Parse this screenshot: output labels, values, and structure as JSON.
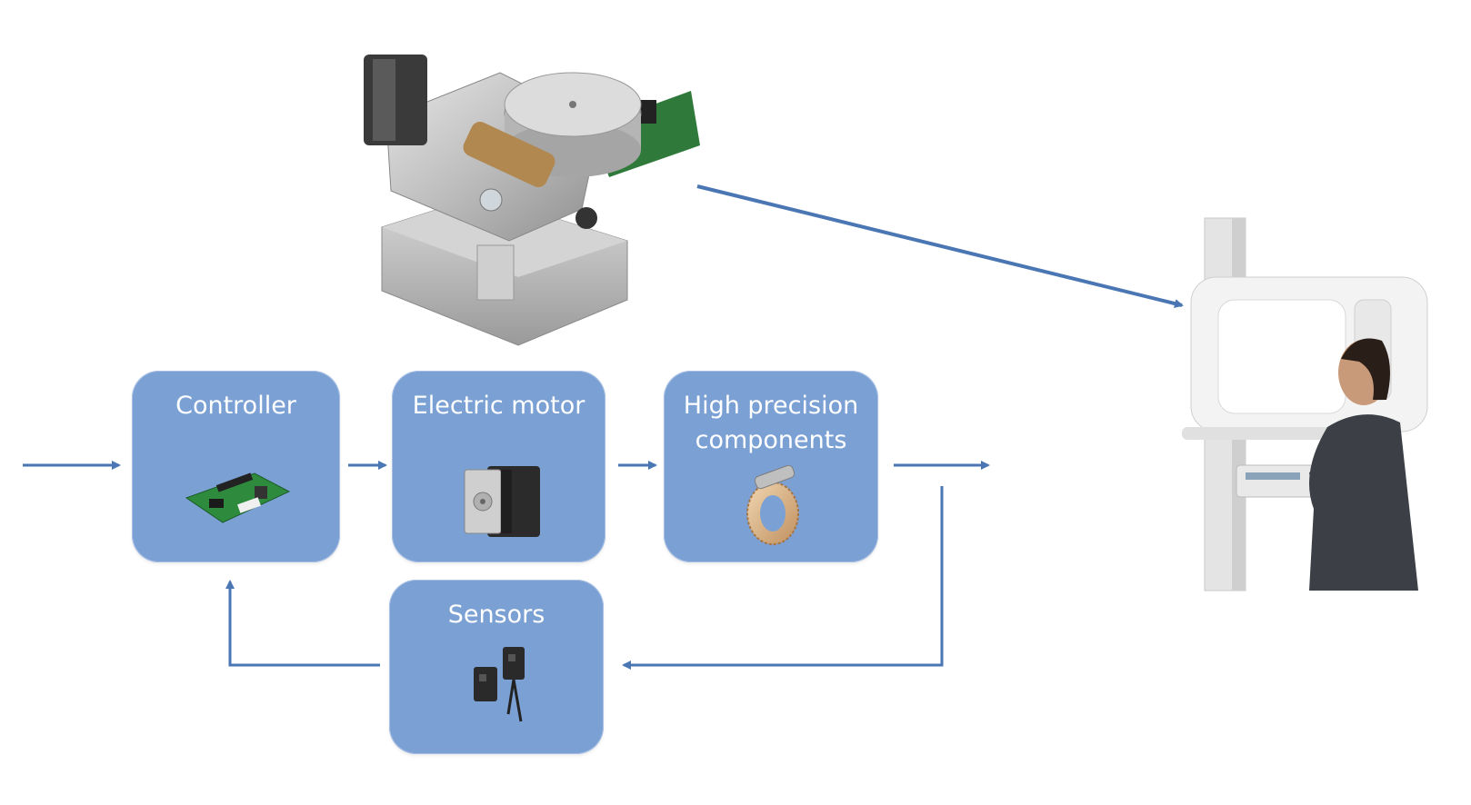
{
  "diagram": {
    "blocks": {
      "controller": {
        "label": "Controller"
      },
      "motor": {
        "label": "Electric motor"
      },
      "precision": {
        "label": "High precision components"
      },
      "sensors": {
        "label": "Sensors"
      }
    },
    "images": {
      "actuator": "rotary-stage-actuator-assembly",
      "application": "dental-xray-scanner-with-patient",
      "controller_icon": "circuit-board-icon",
      "motor_icon": "stepper-motor-icon",
      "precision_icon": "worm-gear-icon",
      "sensors_icon": "optical-sensor-icon"
    },
    "colors": {
      "block_fill": "#7ba0d4",
      "arrow": "#4a76b4",
      "label_text": "#ffffff"
    }
  }
}
